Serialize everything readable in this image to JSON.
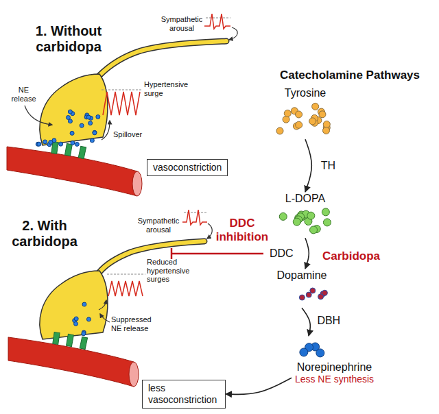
{
  "diagram": {
    "nodes": [
      {
        "text": [
          "vasoconstriction"
        ]
      },
      {
        "text": [
          "Tyrosine"
        ]
      },
      {
        "text": [
          "L-DOPA"
        ]
      },
      {
        "text": [
          "Dopamine"
        ]
      },
      {
        "text": [
          "Norepinephrine",
          "Less NE synthesis"
        ]
      },
      {
        "text": [
          "less vasoconstriction"
        ]
      }
    ],
    "edges": [
      {
        "from": 1,
        "to": 2,
        "arrow": "to",
        "label": "TH"
      },
      {
        "from": 2,
        "to": 3,
        "arrow": "to",
        "label": "DDC"
      },
      {
        "from": 3,
        "to": 4,
        "arrow": "to",
        "label": "DBH"
      },
      {
        "from": 4,
        "to": 5,
        "arrow": "to"
      }
    ],
    "labels": [
      "1. Without carbidopa",
      "Sympathetic arousal",
      "NE release",
      "Hypertensive surge",
      "Spillover",
      "Catecholamine Pathways",
      "2. With carbidopa",
      "Sympathetic arousal",
      "DDC inhibition",
      "Carbidopa",
      "Reduced hypertensive surges",
      "Suppressed NE release"
    ]
  }
}
